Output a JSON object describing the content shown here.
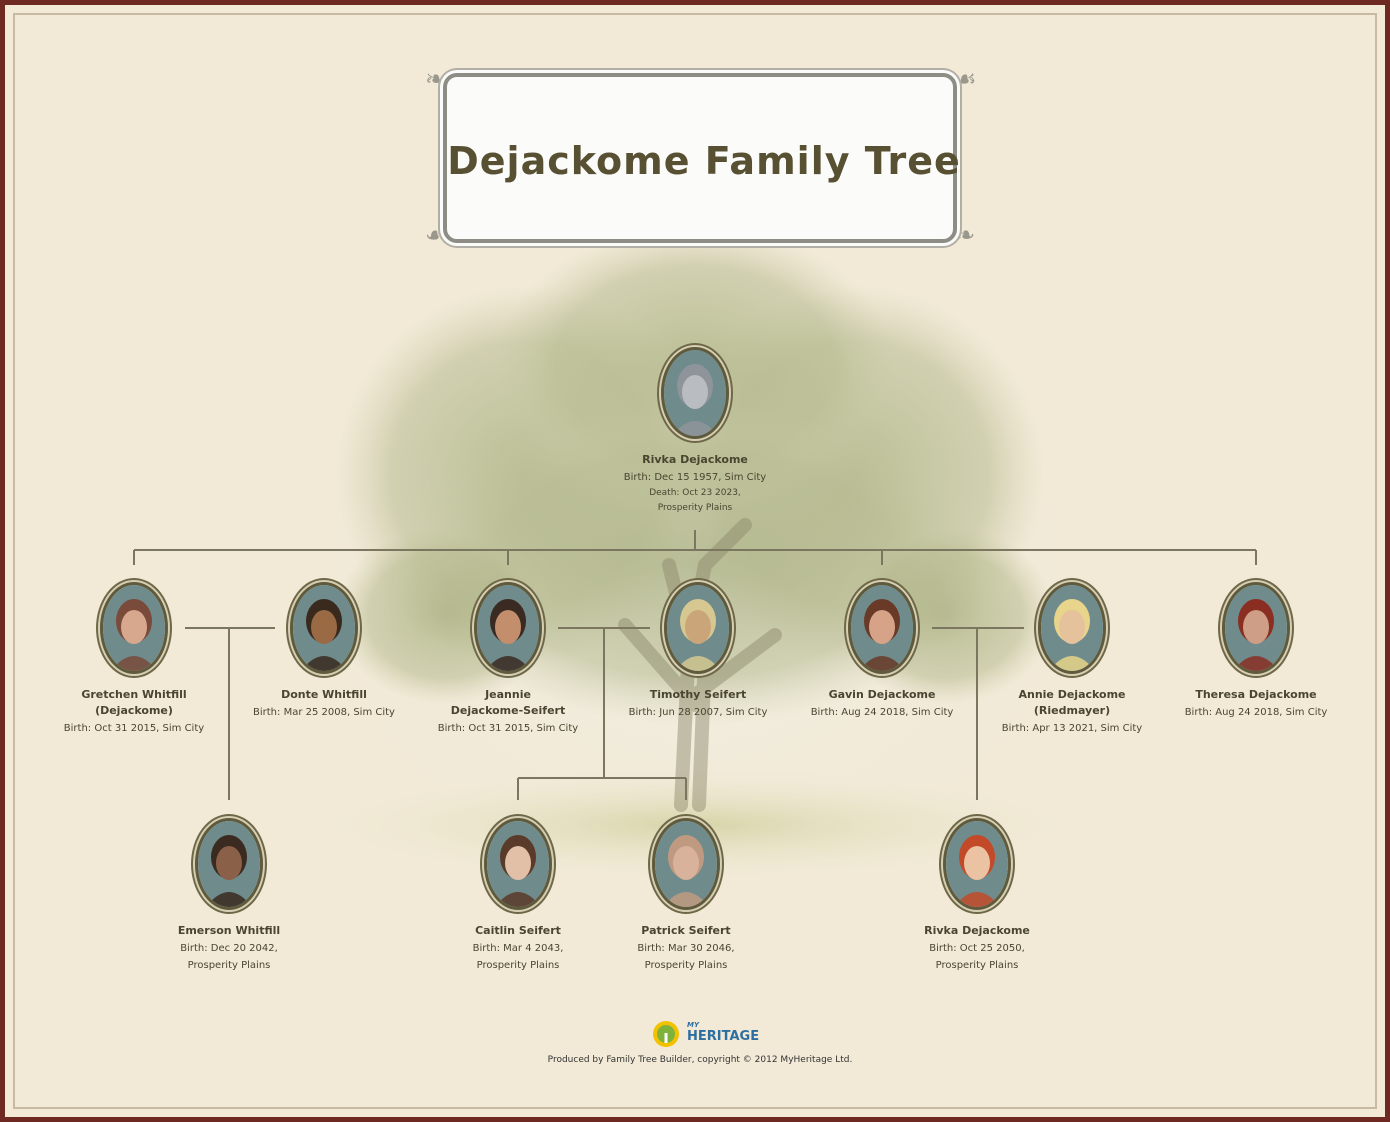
{
  "title": "Dejackome Family Tree",
  "people": [
    {
      "id": "rivka-sr",
      "name": "Rivka Dejackome",
      "lines": [
        "Birth: Dec 15 1957, Sim City",
        "Death: Oct 23 2023,",
        "Prosperity Plains"
      ]
    },
    {
      "id": "gretchen",
      "name": "Gretchen Whitfill (Dejackome)",
      "name_lines": [
        "Gretchen Whitfill",
        "(Dejackome)"
      ],
      "lines": [
        "Birth: Oct 31 2015, Sim City"
      ]
    },
    {
      "id": "donte",
      "name": "Donte Whitfill",
      "lines": [
        "Birth: Mar 25 2008, Sim City"
      ]
    },
    {
      "id": "jeannie",
      "name": "Jeannie Dejackome-Seifert",
      "name_lines": [
        "Jeannie",
        "Dejackome-Seifert"
      ],
      "lines": [
        "Birth: Oct 31 2015, Sim City"
      ]
    },
    {
      "id": "timothy",
      "name": "Timothy Seifert",
      "lines": [
        "Birth: Jun 28 2007, Sim City"
      ]
    },
    {
      "id": "gavin",
      "name": "Gavin Dejackome",
      "lines": [
        "Birth: Aug 24 2018, Sim City"
      ]
    },
    {
      "id": "annie",
      "name": "Annie Dejackome (Riedmayer)",
      "name_lines": [
        "Annie Dejackome",
        "(Riedmayer)"
      ],
      "lines": [
        "Birth: Apr 13 2021, Sim City"
      ]
    },
    {
      "id": "theresa",
      "name": "Theresa Dejackome",
      "lines": [
        "Birth: Aug 24 2018, Sim City"
      ]
    },
    {
      "id": "emerson",
      "name": "Emerson Whitfill",
      "lines": [
        "Birth: Dec 20 2042,",
        "Prosperity Plains"
      ]
    },
    {
      "id": "caitlin",
      "name": "Caitlin Seifert",
      "lines": [
        "Birth: Mar 4 2043,",
        "Prosperity Plains"
      ]
    },
    {
      "id": "patrick",
      "name": "Patrick Seifert",
      "lines": [
        "Birth: Mar 30 2046,",
        "Prosperity Plains"
      ]
    },
    {
      "id": "rivka-jr",
      "name": "Rivka Dejackome",
      "lines": [
        "Birth: Oct 25 2050,",
        "Prosperity Plains"
      ]
    }
  ],
  "footer": {
    "logo_small": "MY",
    "logo_text": "HERITAGE",
    "credit": "Produced by Family Tree Builder, copyright © 2012 MyHeritage Ltd."
  },
  "colors": {
    "frame": "#6e2a22",
    "paper": "#f2ead7",
    "text": "#4a4530",
    "line": "#7a7660"
  }
}
